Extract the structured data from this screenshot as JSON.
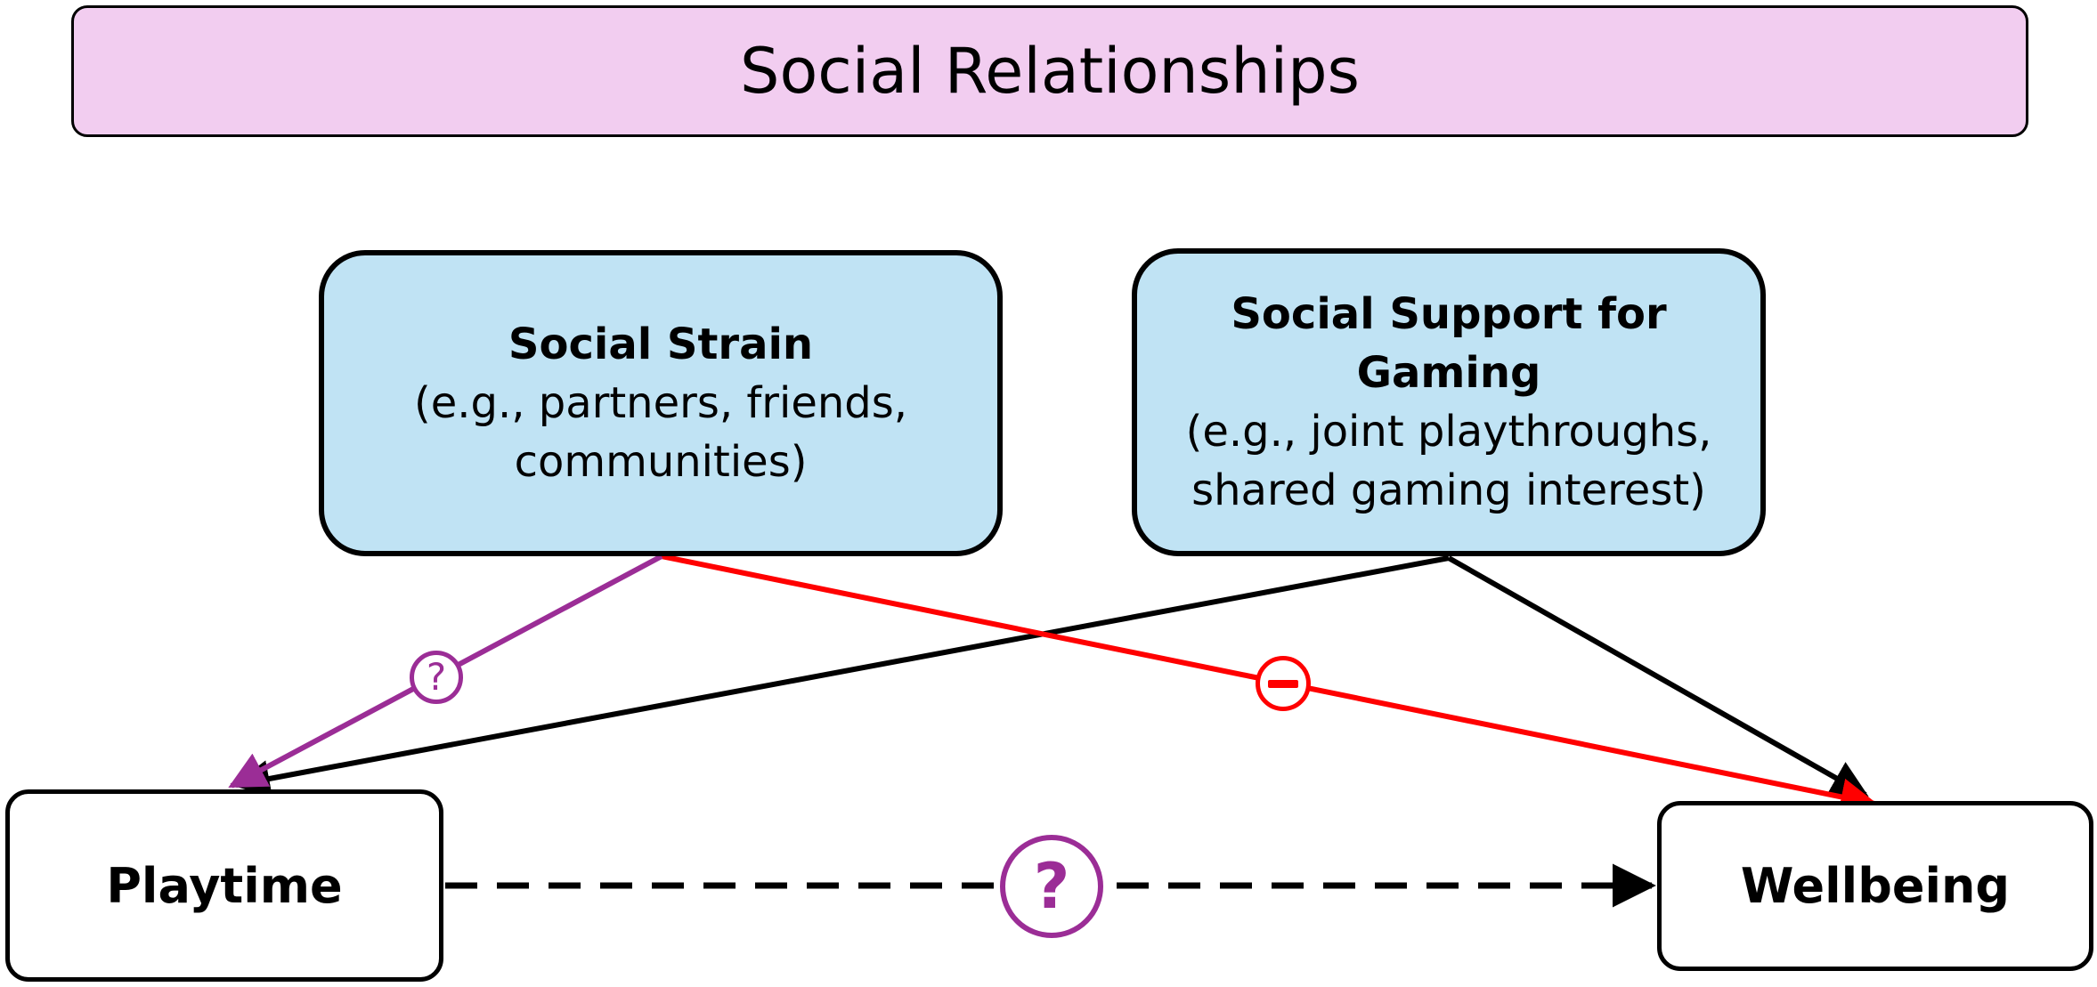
{
  "header": {
    "title": "Social Relationships",
    "background": "#f2cdf0"
  },
  "nodes": {
    "social_strain": {
      "title": "Social Strain",
      "description": "(e.g., partners, friends, communities)",
      "background": "#c0e3f4"
    },
    "social_support": {
      "title": "Social Support for Gaming",
      "description": "(e.g., joint playthroughs, shared gaming interest)",
      "background": "#c0e3f4"
    },
    "playtime": {
      "label": "Playtime"
    },
    "wellbeing": {
      "label": "Wellbeing"
    }
  },
  "edges": [
    {
      "from": "social_strain",
      "to": "playtime",
      "style": "solid",
      "color": "#9b2d96",
      "badge": "?",
      "badge_icon": "question-icon"
    },
    {
      "from": "social_strain",
      "to": "wellbeing",
      "style": "solid",
      "color": "#ff0000",
      "badge": "",
      "badge_icon": "minus-icon"
    },
    {
      "from": "social_support",
      "to": "playtime",
      "style": "solid",
      "color": "#000000"
    },
    {
      "from": "social_support",
      "to": "wellbeing",
      "style": "solid",
      "color": "#000000"
    },
    {
      "from": "playtime",
      "to": "wellbeing",
      "style": "dashed",
      "color": "#000000",
      "badge": "?",
      "badge_icon": "question-icon"
    }
  ],
  "badges": {
    "strain_playtime": "?",
    "playtime_wellbeing": "?"
  }
}
